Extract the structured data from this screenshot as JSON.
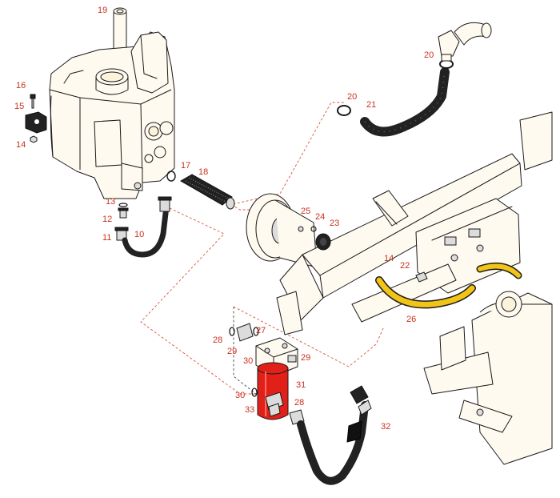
{
  "colors": {
    "callout": "#c8321e",
    "leader": "#d9543c",
    "filter_body": "#e2201a",
    "yellow_hose": "#f2c418",
    "hose": "#222222",
    "part_fill": "#fffaf0",
    "outline": "#1a1a1a"
  },
  "callouts": {
    "c10": "10",
    "c11": "11",
    "c12": "12",
    "c13": "13",
    "c14a": "14",
    "c14b": "14",
    "c15": "15",
    "c16": "16",
    "c17": "17",
    "c18": "18",
    "c19": "19",
    "c20a": "20",
    "c20b": "20",
    "c21": "21",
    "c22": "22",
    "c23": "23",
    "c24": "24",
    "c25": "25",
    "c26": "26",
    "c27": "27",
    "c28a": "28",
    "c28b": "28",
    "c29a": "29",
    "c29b": "29",
    "c30a": "30",
    "c30b": "30",
    "c31": "31",
    "c32": "32",
    "c33": "33"
  },
  "parts": [
    {
      "id": "hydraulic-tank",
      "icon": "tank-icon"
    },
    {
      "id": "suction-tube",
      "callout": "19"
    },
    {
      "id": "mount-bracket",
      "callout": "15"
    },
    {
      "id": "bolt",
      "callout": "16"
    },
    {
      "id": "nut",
      "callout": "14"
    },
    {
      "id": "fitting-elbow",
      "callout": "11"
    },
    {
      "id": "fitting-straight",
      "callout": "12"
    },
    {
      "id": "o-ring",
      "callout": "13"
    },
    {
      "id": "hose",
      "callout": "10"
    },
    {
      "id": "o-ring",
      "callout": "17"
    },
    {
      "id": "suction-strainer",
      "callout": "18"
    },
    {
      "id": "hose-clamp",
      "callout": "20"
    },
    {
      "id": "hose",
      "callout": "21"
    },
    {
      "id": "hose-clamp",
      "callout": "22"
    },
    {
      "id": "bolt",
      "callout": "23"
    },
    {
      "id": "washer",
      "callout": "24"
    },
    {
      "id": "nut",
      "callout": "25"
    },
    {
      "id": "hose",
      "callout": "26"
    },
    {
      "id": "filter-head",
      "callout": "27"
    },
    {
      "id": "fitting",
      "callout": "28"
    },
    {
      "id": "o-ring",
      "callout": "29"
    },
    {
      "id": "o-ring",
      "callout": "30"
    },
    {
      "id": "filter-element",
      "callout": "31"
    },
    {
      "id": "hose",
      "callout": "32"
    },
    {
      "id": "fitting",
      "callout": "33"
    }
  ]
}
